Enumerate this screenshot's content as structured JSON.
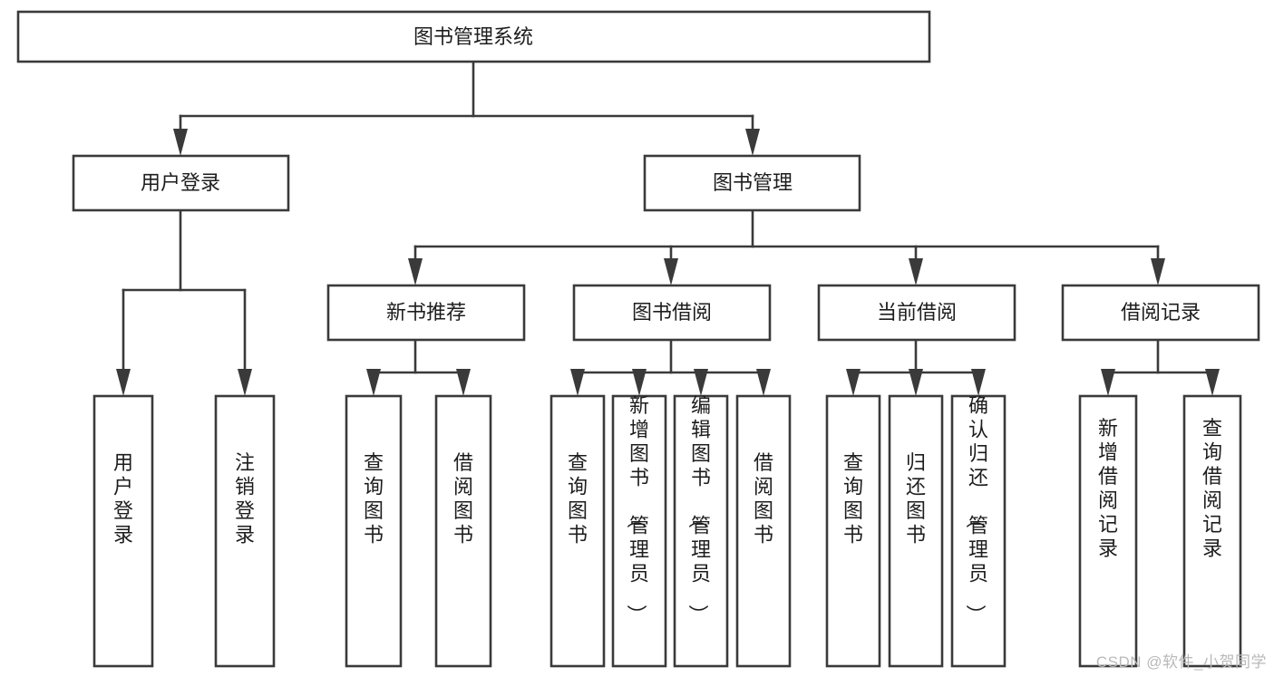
{
  "diagram": {
    "type": "hierarchy-tree",
    "title": "图书管理系统",
    "watermark": "CSDN @软件_小贺同学",
    "colors": {
      "stroke": "#3a3a3a",
      "box_fill": "#ffffff",
      "text": "#1d1d1d",
      "background": "#ffffff",
      "watermark": "#b9b9b9"
    },
    "levels": {
      "root": "图书管理系统",
      "level2": [
        "用户登录",
        "图书管理"
      ],
      "level3": [
        "新书推荐",
        "图书借阅",
        "当前借阅",
        "借阅记录"
      ]
    },
    "nodes": {
      "root": {
        "label": "图书管理系统",
        "orientation": "horizontal"
      },
      "n_user_login": {
        "label": "用户登录",
        "orientation": "horizontal"
      },
      "n_book_manage": {
        "label": "图书管理",
        "orientation": "horizontal"
      },
      "n_new_book_rec": {
        "label": "新书推荐",
        "orientation": "horizontal"
      },
      "n_book_borrow": {
        "label": "图书借阅",
        "orientation": "horizontal"
      },
      "n_current_borrow": {
        "label": "当前借阅",
        "orientation": "horizontal"
      },
      "n_borrow_record": {
        "label": "借阅记录",
        "orientation": "horizontal"
      },
      "l_user_login": {
        "label": "用户登录",
        "orientation": "vertical"
      },
      "l_logout": {
        "label": "注销登录",
        "orientation": "vertical"
      },
      "l_query_book_a": {
        "label": "查询图书",
        "orientation": "vertical"
      },
      "l_borrow_book_a": {
        "label": "借阅图书",
        "orientation": "vertical"
      },
      "l_query_book_b": {
        "label": "查询图书",
        "orientation": "vertical"
      },
      "l_add_book": {
        "label": "新增图书（管理员）",
        "orientation": "vertical"
      },
      "l_edit_book": {
        "label": "编辑图书（管理员）",
        "orientation": "vertical"
      },
      "l_borrow_book_b": {
        "label": "借阅图书",
        "orientation": "vertical"
      },
      "l_query_book_c": {
        "label": "查询图书",
        "orientation": "vertical"
      },
      "l_return_book": {
        "label": "归还图书",
        "orientation": "vertical"
      },
      "l_confirm_return": {
        "label": "确认归还（管理员）",
        "orientation": "vertical"
      },
      "l_add_record": {
        "label": "新增借阅记录",
        "orientation": "vertical"
      },
      "l_query_record": {
        "label": "查询借阅记录",
        "orientation": "vertical"
      }
    },
    "edges": [
      {
        "from": "图书管理系统",
        "to": "用户登录"
      },
      {
        "from": "图书管理系统",
        "to": "图书管理"
      },
      {
        "from": "用户登录",
        "to": "用户登录"
      },
      {
        "from": "用户登录",
        "to": "注销登录"
      },
      {
        "from": "图书管理",
        "to": "新书推荐"
      },
      {
        "from": "图书管理",
        "to": "图书借阅"
      },
      {
        "from": "图书管理",
        "to": "当前借阅"
      },
      {
        "from": "图书管理",
        "to": "借阅记录"
      },
      {
        "from": "新书推荐",
        "to": "查询图书"
      },
      {
        "from": "新书推荐",
        "to": "借阅图书"
      },
      {
        "from": "图书借阅",
        "to": "查询图书"
      },
      {
        "from": "图书借阅",
        "to": "新增图书（管理员）"
      },
      {
        "from": "图书借阅",
        "to": "编辑图书（管理员）"
      },
      {
        "from": "图书借阅",
        "to": "借阅图书"
      },
      {
        "from": "当前借阅",
        "to": "查询图书"
      },
      {
        "from": "当前借阅",
        "to": "归还图书"
      },
      {
        "from": "当前借阅",
        "to": "确认归还（管理员）"
      },
      {
        "from": "借阅记录",
        "to": "新增借阅记录"
      },
      {
        "from": "借阅记录",
        "to": "查询借阅记录"
      }
    ]
  }
}
